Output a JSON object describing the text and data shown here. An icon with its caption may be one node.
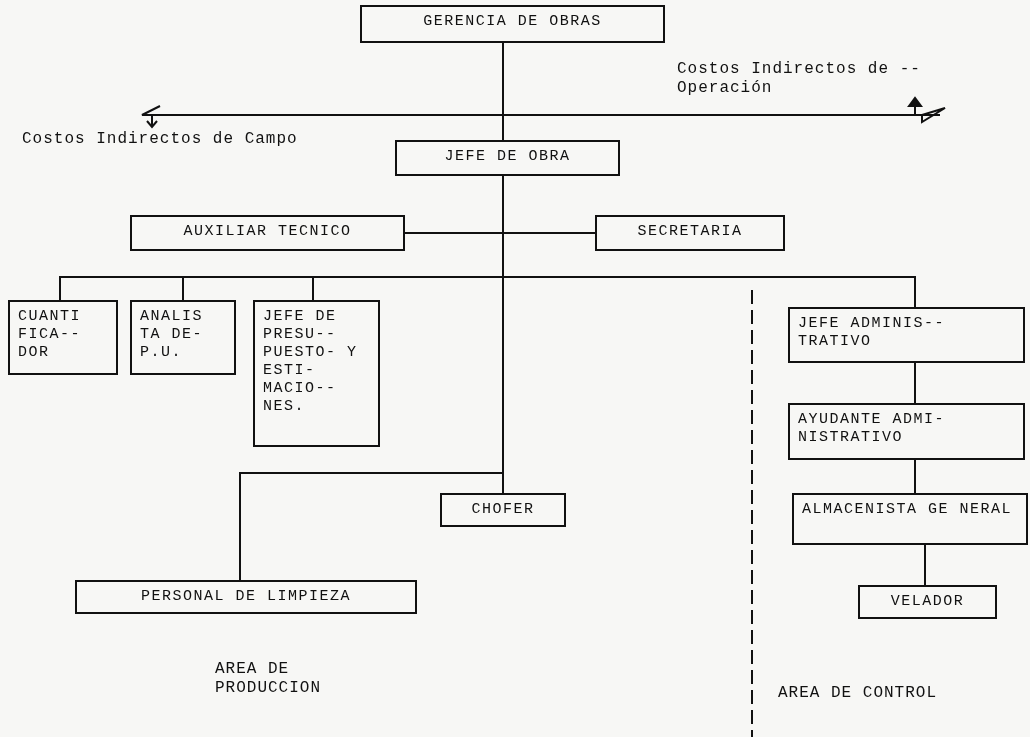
{
  "diagram": {
    "nodes": [
      {
        "text": [
          "GERENCIA DE OBRAS"
        ]
      },
      {
        "text": [
          "JEFE DE OBRA"
        ]
      },
      {
        "text": [
          "AUXILIAR TECNICO"
        ]
      },
      {
        "text": [
          "SECRETARIA"
        ]
      },
      {
        "text": [
          "CUANTI FICA-- DOR"
        ]
      },
      {
        "text": [
          "ANALIS TA DE- P.U."
        ]
      },
      {
        "text": [
          "JEFE DE PRESU-- PUESTO- Y ESTI- MACIO-- NES."
        ]
      },
      {
        "text": [
          "JEFE ADMINIS-- TRATIVO"
        ]
      },
      {
        "text": [
          "AYUDANTE ADMI- NISTRATIVO"
        ]
      },
      {
        "text": [
          "ALMACENISTA GE NERAL"
        ]
      },
      {
        "text": [
          "VELADOR"
        ]
      },
      {
        "text": [
          "CHOFER"
        ]
      },
      {
        "text": [
          "PERSONAL DE LIMPIEZA"
        ]
      }
    ],
    "edges": [
      {
        "from": 0,
        "to": 1,
        "arrow": "none"
      },
      {
        "from": 1,
        "to": 2,
        "arrow": "none"
      },
      {
        "from": 1,
        "to": 3,
        "arrow": "none"
      },
      {
        "from": 1,
        "to": 4,
        "arrow": "none"
      },
      {
        "from": 1,
        "to": 5,
        "arrow": "none"
      },
      {
        "from": 1,
        "to": 6,
        "arrow": "none"
      },
      {
        "from": 1,
        "to": 7,
        "arrow": "none"
      },
      {
        "from": 7,
        "to": 8,
        "arrow": "none"
      },
      {
        "from": 8,
        "to": 9,
        "arrow": "none"
      },
      {
        "from": 9,
        "to": 10,
        "arrow": "none"
      },
      {
        "from": 1,
        "to": 11,
        "arrow": "none"
      },
      {
        "from": 1,
        "to": 12,
        "arrow": "none"
      }
    ],
    "labels": [
      "Costos Indirectos de -- Operación",
      "Costos Indirectos de Campo",
      "AREA DE PRODUCCION",
      "AREA DE CONTROL"
    ]
  }
}
